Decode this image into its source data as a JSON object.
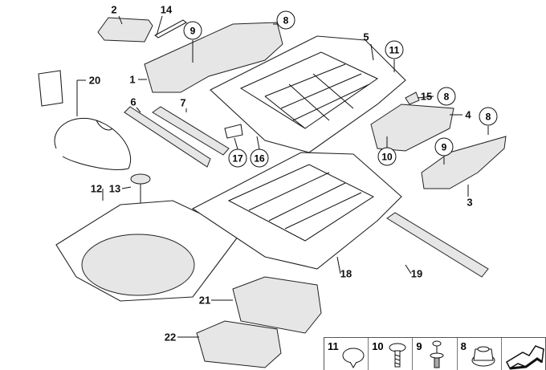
{
  "diagram": {
    "labels": {
      "p2": "2",
      "p14": "14",
      "p5": "5",
      "p1": "1",
      "p20": "20",
      "p6": "6",
      "p7": "7",
      "p15": "15",
      "p4": "4",
      "p3": "3",
      "p12": "12",
      "p13": "13",
      "p18": "18",
      "p19": "19",
      "p21": "21",
      "p22": "22"
    },
    "circled_labels": {
      "c8a": "8",
      "c9a": "9",
      "c11": "11",
      "c8b": "8",
      "c10": "10",
      "c9b": "9",
      "c8c": "8",
      "c17": "17",
      "c16": "16"
    }
  },
  "legend": {
    "items": [
      {
        "number": "11",
        "icon": "clip-icon"
      },
      {
        "number": "10",
        "icon": "screw-icon"
      },
      {
        "number": "9",
        "icon": "rivet-icon"
      },
      {
        "number": "8",
        "icon": "nut-icon"
      },
      {
        "number": "",
        "icon": "arrow-icon"
      }
    ]
  }
}
